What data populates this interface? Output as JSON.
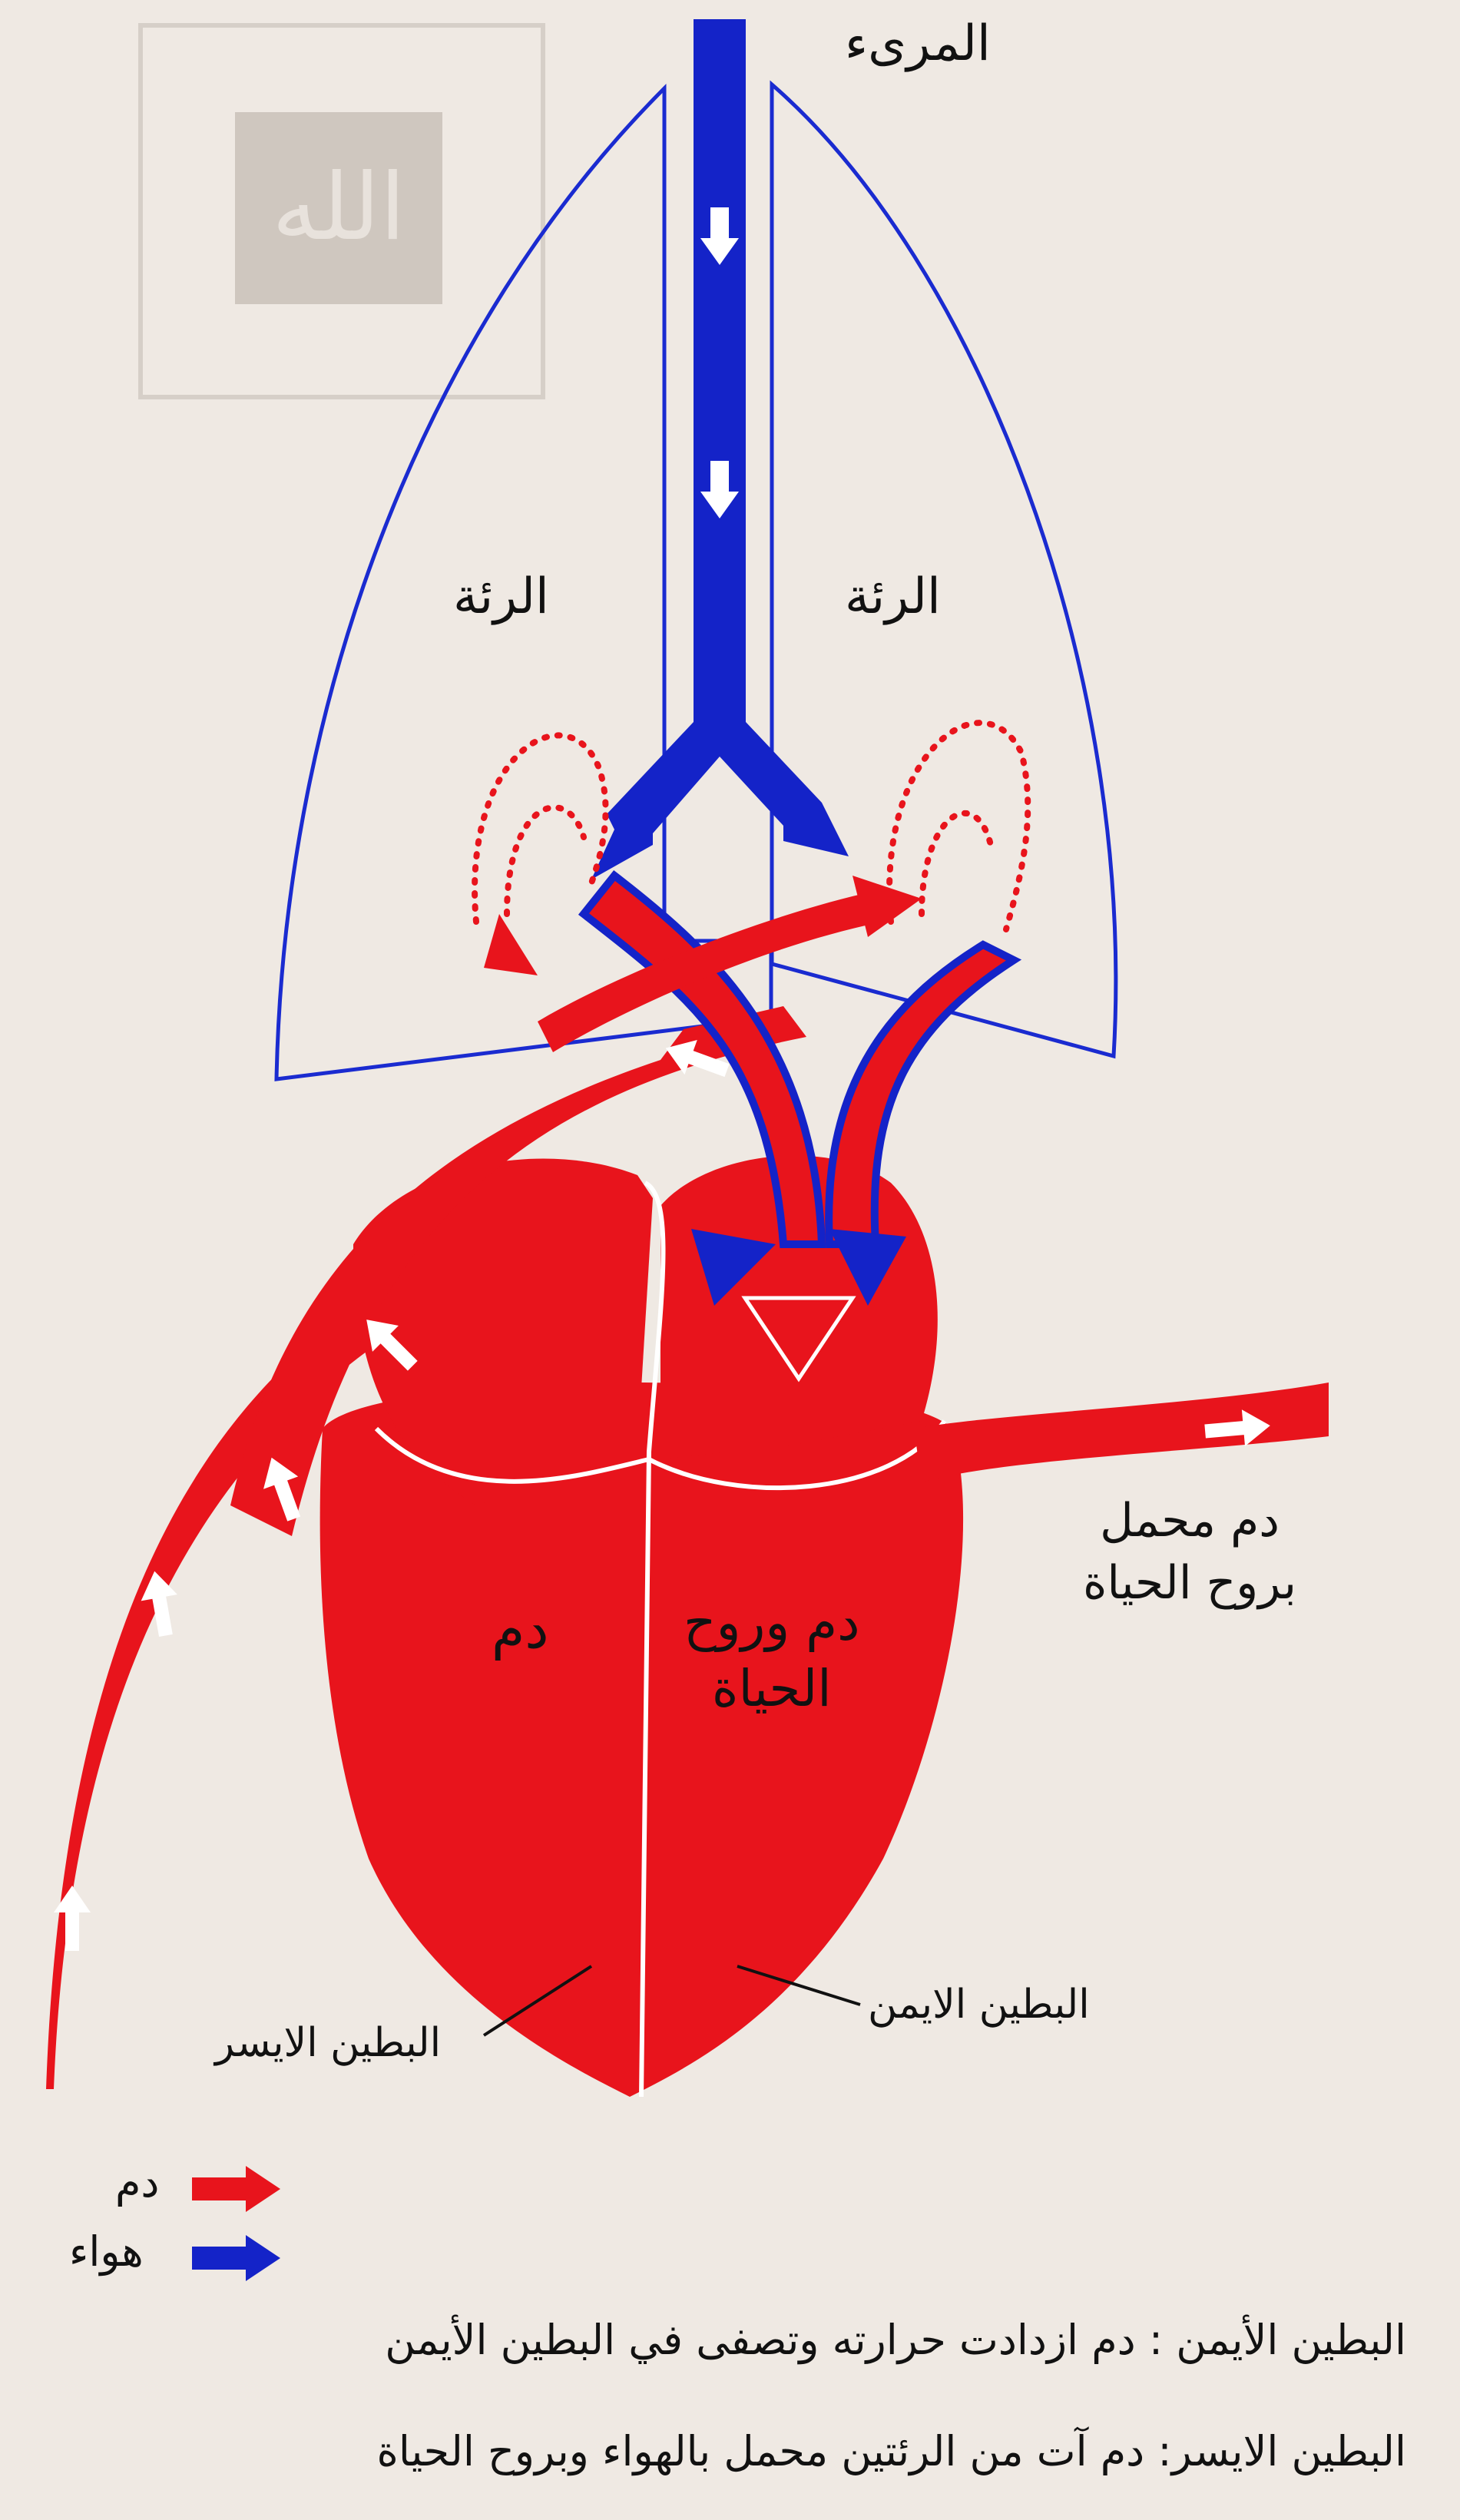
{
  "labels": {
    "esophagus": "المرىء",
    "lung_right": "الرئة",
    "lung_left": "الرئة",
    "blood_with_spirit": "دم محمل\nبروح الحياة",
    "blood": "دم",
    "blood_and_spirit": "دم وروح\nالحياة",
    "left_ventricle": "البطين الايسر",
    "right_ventricle": "البطين الايمن"
  },
  "legend": [
    {
      "label": "دم",
      "color": "#e8141c"
    },
    {
      "label": "هواء",
      "color": "#1423c8"
    }
  ],
  "captions": [
    "البطين الأيمن : دم ازدادت حرارته وتصفى في البطين الأيمن",
    "البطين الايسر: دم آت من الرئتين محمل بالهواء وبروح الحياة"
  ],
  "colors": {
    "blood": "#e8141c",
    "air": "#1423c8",
    "outline": "#1a2bd0",
    "background": "#efe9e3"
  },
  "watermark": {
    "glyph": "الله"
  }
}
